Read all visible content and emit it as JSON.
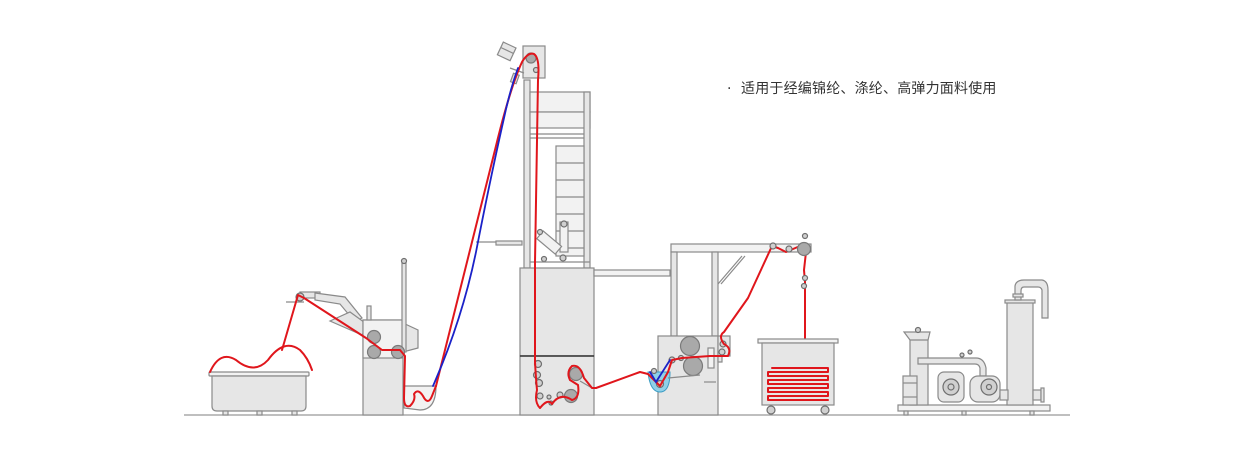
{
  "caption": {
    "bullet": "·",
    "text": "适用于经编锦纶、涤纶、高弹力面料使用"
  },
  "diagram": {
    "description": "Fabric processing line schematic",
    "colors": {
      "fabric_path": "#e0161c",
      "alt_fabric_path": "#1b22c8",
      "machine_fill": "#e6e6e6",
      "machine_stroke": "#8a8a8a",
      "roller": "#a9a9a9",
      "water": "#8fd0e8"
    },
    "components": [
      "feed-cart",
      "unfolding-unit",
      "tall-tower",
      "center-unit",
      "padder-unit",
      "overhead-beam",
      "plaiting-cart",
      "pump-system"
    ]
  }
}
